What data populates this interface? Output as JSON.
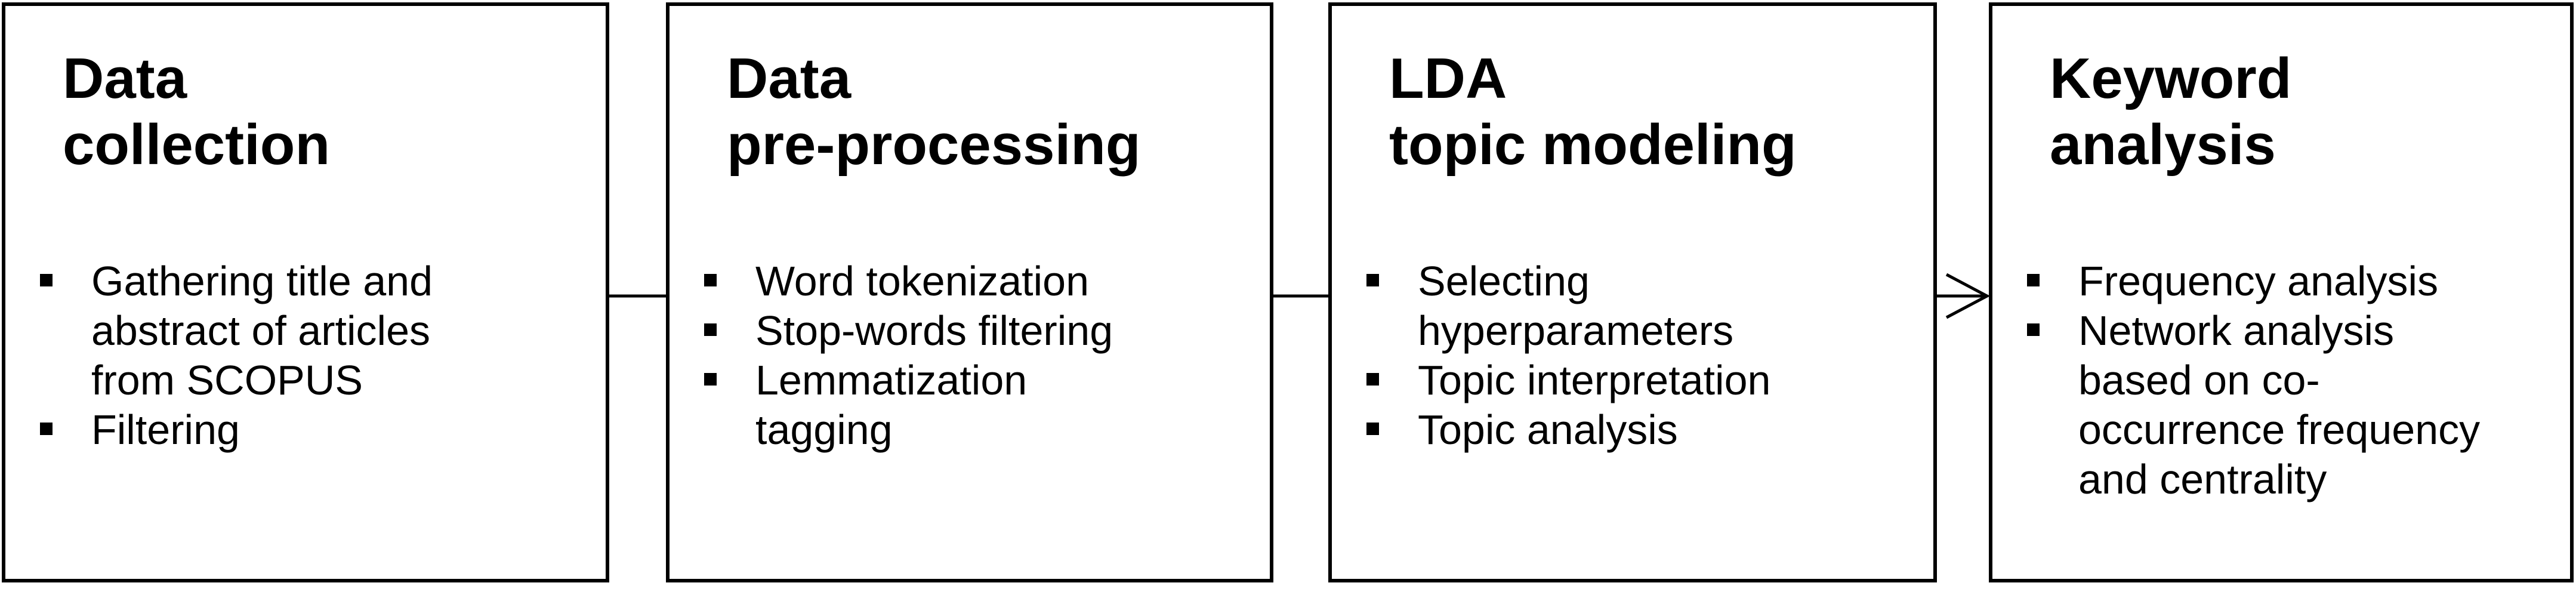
{
  "diagram": {
    "steps": [
      {
        "title_lines": [
          "Data",
          "collection"
        ],
        "bullets": [
          [
            "Gathering title and",
            "abstract of articles",
            "from SCOPUS"
          ],
          [
            "Filtering"
          ]
        ]
      },
      {
        "title_lines": [
          "Data",
          "pre-processing"
        ],
        "bullets": [
          [
            "Word tokenization"
          ],
          [
            "Stop-words filtering"
          ],
          [
            "Lemmatization",
            "tagging"
          ]
        ]
      },
      {
        "title_lines": [
          "LDA",
          "topic modeling"
        ],
        "bullets": [
          [
            "Selecting",
            "hyperparameters"
          ],
          [
            "Topic interpretation"
          ],
          [
            "Topic analysis"
          ]
        ]
      },
      {
        "title_lines": [
          "Keyword",
          "analysis"
        ],
        "bullets": [
          [
            "Frequency analysis"
          ],
          [
            "Network analysis",
            "based on co-",
            "occurrence frequency",
            "and centrality"
          ]
        ]
      }
    ],
    "connectors": [
      {
        "from": 0,
        "to": 1,
        "arrowhead": false
      },
      {
        "from": 1,
        "to": 2,
        "arrowhead": false
      },
      {
        "from": 2,
        "to": 3,
        "arrowhead": true
      }
    ],
    "colors": {
      "stroke": "#000000",
      "fill": "#ffffff",
      "text": "#000000"
    }
  }
}
